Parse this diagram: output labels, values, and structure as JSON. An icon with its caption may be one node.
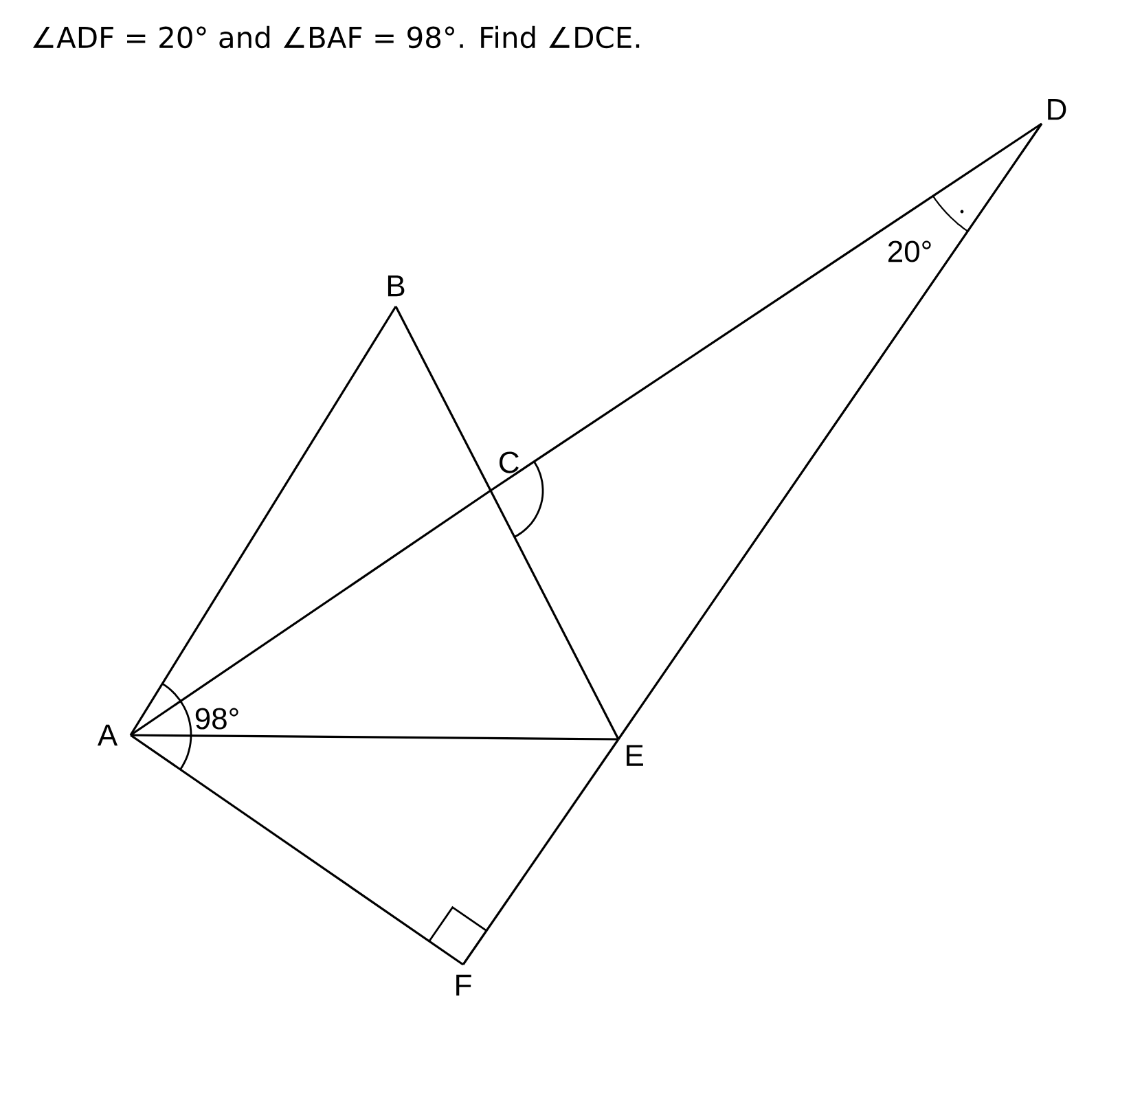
{
  "diagram": {
    "title": "∠ADF = 20° and ∠BAF = 98°. Find ∠DCE.",
    "nodes": [
      {
        "text": [
          "A"
        ]
      },
      {
        "text": [
          "B"
        ]
      },
      {
        "text": [
          "C"
        ]
      },
      {
        "text": [
          "D"
        ]
      },
      {
        "text": [
          "E"
        ]
      },
      {
        "text": [
          "F"
        ]
      }
    ],
    "edges": [
      {
        "from": 0,
        "to": 1,
        "arrow": "none"
      },
      {
        "from": 1,
        "to": 2,
        "arrow": "none"
      },
      {
        "from": 2,
        "to": 4,
        "arrow": "none"
      },
      {
        "from": 0,
        "to": 2,
        "arrow": "none"
      },
      {
        "from": 2,
        "to": 3,
        "arrow": "none"
      },
      {
        "from": 0,
        "to": 4,
        "arrow": "none"
      },
      {
        "from": 0,
        "to": 5,
        "arrow": "none"
      },
      {
        "from": 5,
        "to": 4,
        "arrow": "none"
      },
      {
        "from": 4,
        "to": 3,
        "arrow": "none"
      }
    ],
    "labels": [
      "98°",
      "20°"
    ]
  }
}
